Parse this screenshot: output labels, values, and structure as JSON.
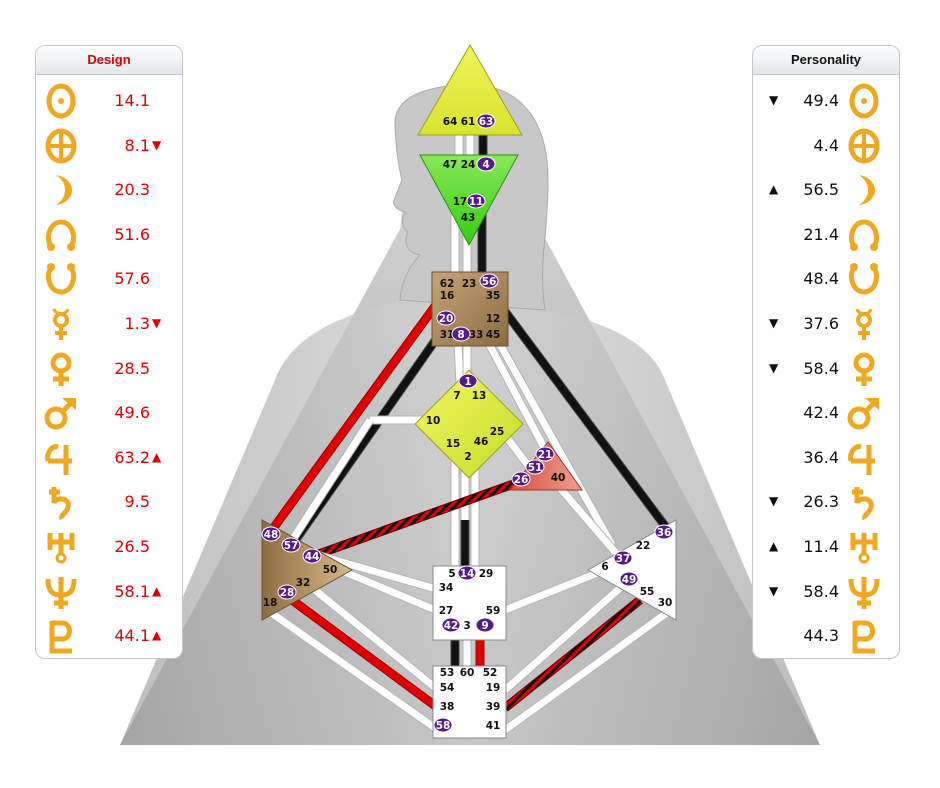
{
  "design": {
    "title": "Design",
    "rows": [
      {
        "planet": "sun-icon",
        "value": "14.1",
        "arrow": ""
      },
      {
        "planet": "earth-icon",
        "value": "8.1",
        "arrow": "▼"
      },
      {
        "planet": "moon-icon",
        "value": "20.3",
        "arrow": ""
      },
      {
        "planet": "north-node-icon",
        "value": "51.6",
        "arrow": ""
      },
      {
        "planet": "south-node-icon",
        "value": "57.6",
        "arrow": ""
      },
      {
        "planet": "mercury-icon",
        "value": "1.3",
        "arrow": "▼"
      },
      {
        "planet": "venus-icon",
        "value": "28.5",
        "arrow": ""
      },
      {
        "planet": "mars-icon",
        "value": "49.6",
        "arrow": ""
      },
      {
        "planet": "jupiter-icon",
        "value": "63.2",
        "arrow": "▲"
      },
      {
        "planet": "saturn-icon",
        "value": "9.5",
        "arrow": ""
      },
      {
        "planet": "uranus-icon",
        "value": "26.5",
        "arrow": ""
      },
      {
        "planet": "neptune-icon",
        "value": "58.1",
        "arrow": "▲"
      },
      {
        "planet": "pluto-icon",
        "value": "44.1",
        "arrow": "▲"
      }
    ]
  },
  "personality": {
    "title": "Personality",
    "rows": [
      {
        "planet": "sun-icon",
        "value": "49.4",
        "arrow": "▼"
      },
      {
        "planet": "earth-icon",
        "value": "4.4",
        "arrow": ""
      },
      {
        "planet": "moon-icon",
        "value": "56.5",
        "arrow": "▲"
      },
      {
        "planet": "north-node-icon",
        "value": "21.4",
        "arrow": ""
      },
      {
        "planet": "south-node-icon",
        "value": "48.4",
        "arrow": ""
      },
      {
        "planet": "mercury-icon",
        "value": "37.6",
        "arrow": "▼"
      },
      {
        "planet": "venus-icon",
        "value": "58.4",
        "arrow": "▼"
      },
      {
        "planet": "mars-icon",
        "value": "42.4",
        "arrow": ""
      },
      {
        "planet": "jupiter-icon",
        "value": "36.4",
        "arrow": ""
      },
      {
        "planet": "saturn-icon",
        "value": "26.3",
        "arrow": "▼"
      },
      {
        "planet": "uranus-icon",
        "value": "11.4",
        "arrow": "▲"
      },
      {
        "planet": "neptune-icon",
        "value": "58.4",
        "arrow": "▼"
      },
      {
        "planet": "pluto-icon",
        "value": "44.3",
        "arrow": ""
      }
    ]
  },
  "colors": {
    "design": "#e00000",
    "personality": "#111111",
    "planet_gold": "#f0a820",
    "gate_highlight": "#551a8b",
    "head": "#e8ee44",
    "ajna": "#44d822",
    "throat": "#a8875a",
    "g_center": "#e0ec40",
    "heart": "#e06a5a",
    "spleen": "#a8875a",
    "sacral": "#ffffff",
    "solar_plexus": "#ffffff",
    "root": "#ffffff"
  },
  "centers": {
    "head": {
      "gates": [
        "64",
        "61",
        "63"
      ],
      "active": [
        "63"
      ]
    },
    "ajna": {
      "gates": [
        "47",
        "24",
        "4",
        "17",
        "11",
        "43"
      ],
      "active": [
        "4",
        "11"
      ]
    },
    "throat": {
      "gates": [
        "62",
        "23",
        "56",
        "16",
        "35",
        "20",
        "12",
        "31",
        "8",
        "33",
        "45"
      ],
      "active": [
        "56",
        "20",
        "8"
      ]
    },
    "g": {
      "gates": [
        "1",
        "7",
        "13",
        "10",
        "25",
        "15",
        "46",
        "2"
      ],
      "active": [
        "1"
      ]
    },
    "heart": {
      "gates": [
        "21",
        "51",
        "26",
        "40"
      ],
      "active": [
        "21",
        "51",
        "26"
      ]
    },
    "spleen": {
      "gates": [
        "48",
        "57",
        "44",
        "50",
        "32",
        "28",
        "18"
      ],
      "active": [
        "48",
        "57",
        "44",
        "28"
      ]
    },
    "sacral": {
      "gates": [
        "5",
        "14",
        "29",
        "34",
        "27",
        "59",
        "42",
        "3",
        "9"
      ],
      "active": [
        "14",
        "42",
        "9"
      ]
    },
    "solar_plexus": {
      "gates": [
        "36",
        "22",
        "6",
        "37",
        "49",
        "55",
        "30"
      ],
      "active": [
        "36",
        "37",
        "49"
      ]
    },
    "root": {
      "gates": [
        "53",
        "60",
        "52",
        "54",
        "19",
        "38",
        "39",
        "58",
        "41"
      ],
      "active": [
        "58"
      ]
    }
  }
}
